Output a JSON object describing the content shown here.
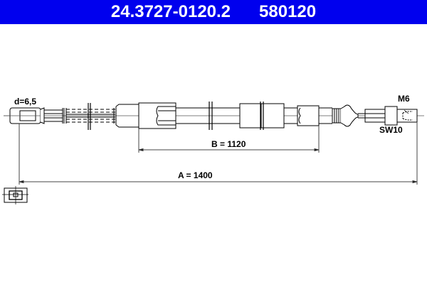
{
  "header": {
    "part_number": "24.3727-0120.2",
    "ref_number": "580120",
    "background_color": "#0000ee"
  },
  "drawing": {
    "labels": {
      "diameter": "d=6,5",
      "thread": "M6",
      "wrench_size": "SW10",
      "dimension_b": "B = 1120",
      "dimension_a": "A = 1400"
    },
    "icons": [
      "cable-eye-end-icon",
      "threaded-end-icon",
      "end-view-icon"
    ]
  }
}
